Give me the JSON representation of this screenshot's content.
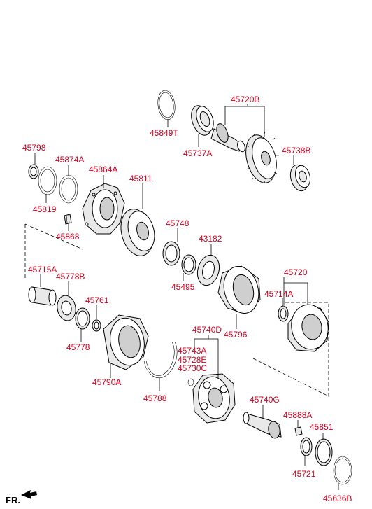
{
  "diagram": {
    "labels": {
      "p45720B": "45720B",
      "p45849T": "45849T",
      "p45737A": "45737A",
      "p45738B": "45738B",
      "p45798": "45798",
      "p45874A": "45874A",
      "p45864A": "45864A",
      "p45811": "45811",
      "p45819": "45819",
      "p45868": "45868",
      "p45748": "45748",
      "p43182": "43182",
      "p45715A": "45715A",
      "p45778B": "45778B",
      "p45720": "45720",
      "p45495": "45495",
      "p45714A": "45714A",
      "p45761": "45761",
      "p45796": "45796",
      "p45778": "45778",
      "p45740D": "45740D",
      "p45743A": "45743A",
      "p45728E": "45728E",
      "p45730C": "45730C",
      "p45790A": "45790A",
      "p45788": "45788",
      "p45740G": "45740G",
      "p45888A": "45888A",
      "p45851": "45851",
      "p45721": "45721",
      "p45636B": "45636B"
    },
    "direction_label": "FR.",
    "colors": {
      "label": "#d2001e",
      "line": "#000000",
      "background": "#ffffff"
    }
  }
}
